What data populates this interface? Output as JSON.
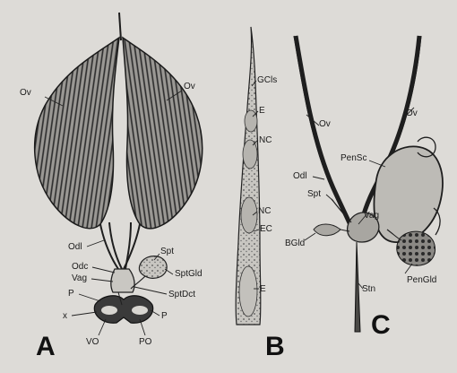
{
  "panels": {
    "a": "A",
    "b": "B",
    "c": "C"
  },
  "labels": {
    "a_ov_left": "Ov",
    "a_ov_right": "Ov",
    "a_odl": "Odl",
    "a_odc": "Odc",
    "a_vag": "Vag",
    "a_p_left": "P",
    "a_x": "x",
    "a_p_right": "P",
    "a_spt": "Spt",
    "a_sptgld": "SptGld",
    "a_sptdct": "SptDct",
    "a_vo": "VO",
    "a_po": "PO",
    "b_gcls": "GCls",
    "b_e_top": "E",
    "b_nc_top": "NC",
    "b_nc_bottom": "NC",
    "b_ec": "EC",
    "b_e_bottom": "E",
    "c_ov_left": "Ov",
    "c_ov_right": "Ov",
    "c_pensc": "PenSc",
    "c_odl": "Odl",
    "c_spt": "Spt",
    "c_vag": "Vag",
    "c_bgld": "BGld",
    "c_stn": "Stn",
    "c_pengld": "PenGld"
  }
}
